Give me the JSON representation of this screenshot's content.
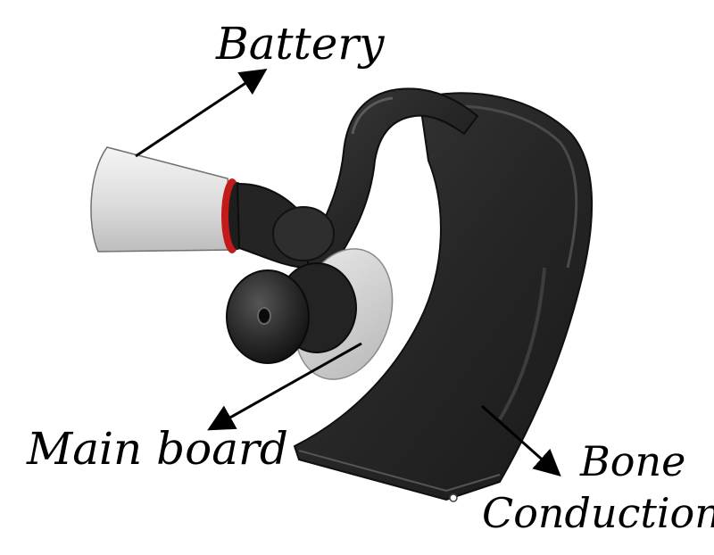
{
  "labels": {
    "battery": "Battery",
    "main_board": "Main board",
    "bone_line1": "Bone",
    "bone_line2": "Conduction"
  },
  "colors": {
    "body": "#2b2b2b",
    "battery_shell": "#e6e6e6",
    "accent_ring": "#c41a1a",
    "board": "#d2d2d2",
    "arrow": "#000000"
  }
}
